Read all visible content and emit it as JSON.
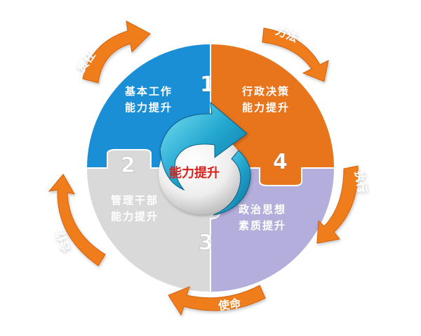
{
  "center": {
    "label": "能力提升"
  },
  "quadrants": [
    {
      "number": "1",
      "line1": "基本工作",
      "line2": "能力提升",
      "color": "#1a8fd6"
    },
    {
      "number": "2",
      "line1": "管理干部",
      "line2": "能力提升",
      "color": "#d9d9d9"
    },
    {
      "number": "3",
      "line1": "政治思想",
      "line2": "素质提升",
      "color": "#b3aedb"
    },
    {
      "number": "4",
      "line1": "行政决策",
      "line2": "能力提升",
      "color": "#e8741c"
    }
  ],
  "arrows": [
    {
      "label": "责任"
    },
    {
      "label": "方法"
    },
    {
      "label": "执行"
    },
    {
      "label": "使命"
    },
    {
      "label": "合作"
    }
  ],
  "colors": {
    "arrow": "#ef7d1a",
    "arrow_dark": "#d4620c"
  }
}
